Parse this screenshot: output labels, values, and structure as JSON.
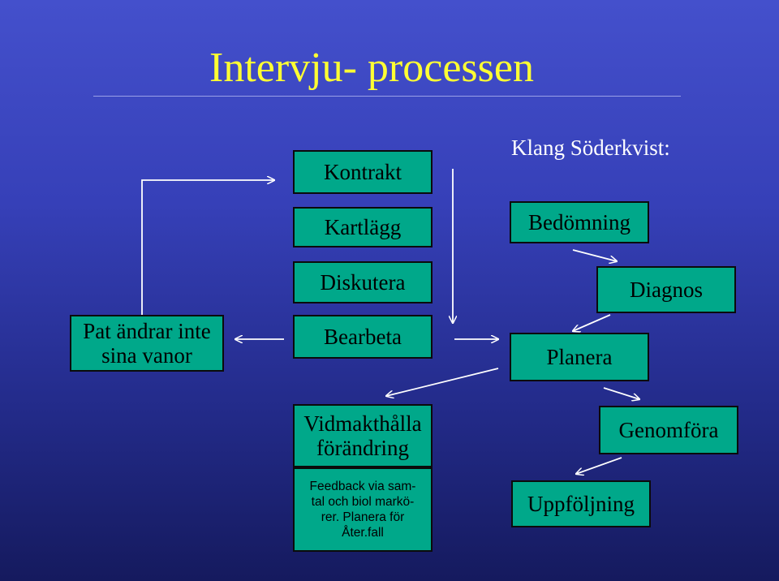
{
  "title": "Intervju- processen",
  "steps": {
    "kontrakt": "Kontrakt",
    "kartlagg": "Kartlägg",
    "diskutera": "Diskutera",
    "bearbeta": "Bearbeta",
    "vidmakthalla_line1": "Vidmakthålla",
    "vidmakthalla_line2": "förändring",
    "feedback_line1": "Feedback via sam-",
    "feedback_line2": "tal och biol markö-",
    "feedback_line3": "rer. Planera för",
    "feedback_line4": "Åter.fall"
  },
  "side_note": {
    "line1": "Pat ändrar inte",
    "line2": "sina vanor"
  },
  "klang": {
    "heading": "Klang Söderkvist:",
    "bedomning": "Bedömning",
    "diagnos": "Diagnos",
    "planera": "Planera",
    "genomfora": "Genomföra",
    "uppfoljning": "Uppföljning"
  },
  "colors": {
    "background": "#3640b8",
    "title": "#ffff33",
    "box_fill": "#00a88a",
    "box_border": "#0b0b0b",
    "arrow": "#ffffff"
  }
}
